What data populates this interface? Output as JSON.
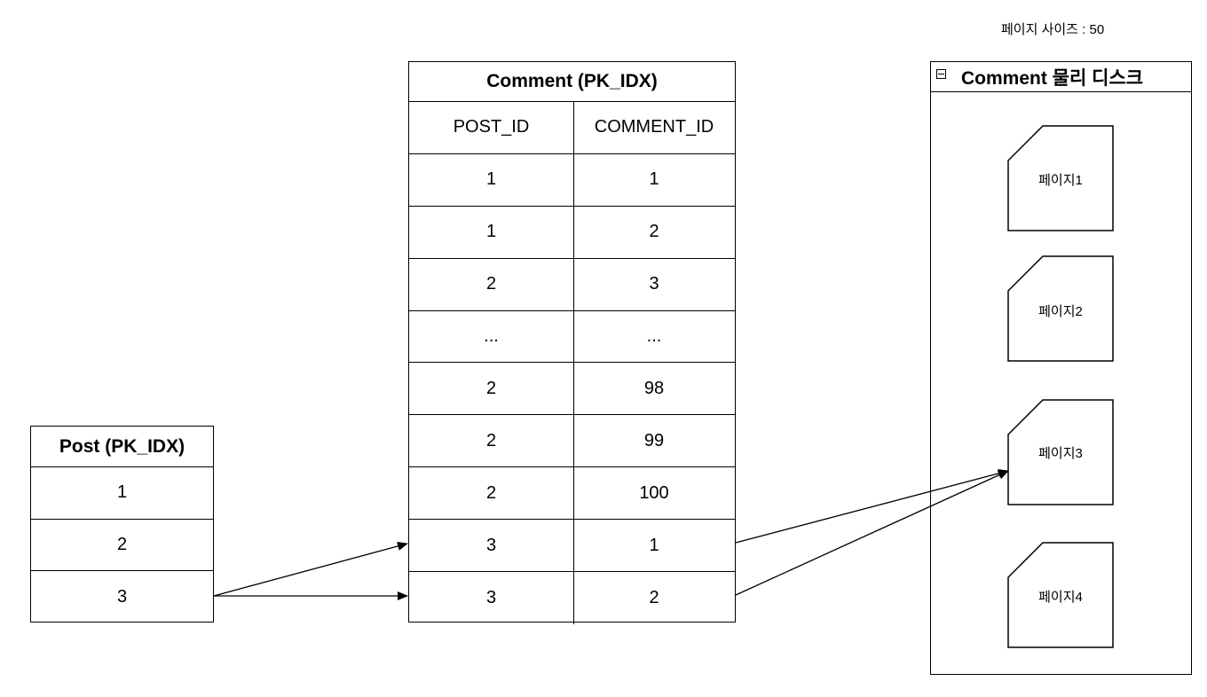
{
  "page_size_text": "페이지 사이즈 : 50",
  "post_table": {
    "title": "Post (PK_IDX)",
    "rows": [
      "1",
      "2",
      "3"
    ]
  },
  "comment_table": {
    "title": "Comment (PK_IDX)",
    "columns": [
      "POST_ID",
      "COMMENT_ID"
    ],
    "rows": [
      [
        "1",
        "1"
      ],
      [
        "1",
        "2"
      ],
      [
        "2",
        "3"
      ],
      [
        "...",
        "..."
      ],
      [
        "2",
        "98"
      ],
      [
        "2",
        "99"
      ],
      [
        "2",
        "100"
      ],
      [
        "3",
        "1"
      ],
      [
        "3",
        "2"
      ]
    ]
  },
  "disk": {
    "title": "Comment 물리 디스크",
    "pages": [
      "페이지1",
      "페이지2",
      "페이지3",
      "페이지4"
    ]
  }
}
